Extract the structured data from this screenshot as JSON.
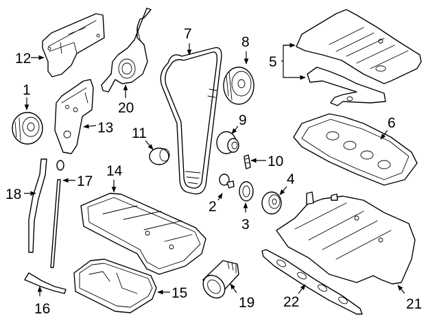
{
  "diagram": {
    "title": "Engine parts exploded view",
    "callouts": [
      {
        "id": "c1",
        "label": "1",
        "part": "crankshaft-pulley"
      },
      {
        "id": "c2",
        "label": "2",
        "part": "crankshaft-bolt"
      },
      {
        "id": "c3",
        "label": "3",
        "part": "crankshaft-washer"
      },
      {
        "id": "c4",
        "label": "4",
        "part": "crankshaft-timing-gear"
      },
      {
        "id": "c5",
        "label": "5",
        "part": "valve-cover-and-gasket"
      },
      {
        "id": "c6",
        "label": "6",
        "part": "valve-cover-gasket"
      },
      {
        "id": "c7",
        "label": "7",
        "part": "timing-belt"
      },
      {
        "id": "c8",
        "label": "8",
        "part": "camshaft-gear"
      },
      {
        "id": "c9",
        "label": "9",
        "part": "tensioner"
      },
      {
        "id": "c10",
        "label": "10",
        "part": "tensioner-bolt"
      },
      {
        "id": "c11",
        "label": "11",
        "part": "idler-pulley"
      },
      {
        "id": "c12",
        "label": "12",
        "part": "upper-timing-cover"
      },
      {
        "id": "c13",
        "label": "13",
        "part": "lower-timing-cover"
      },
      {
        "id": "c14",
        "label": "14",
        "part": "upper-oil-pan"
      },
      {
        "id": "c15",
        "label": "15",
        "part": "lower-oil-pan"
      },
      {
        "id": "c16",
        "label": "16",
        "part": "oil-pump-pickup-tube"
      },
      {
        "id": "c17",
        "label": "17",
        "part": "dipstick"
      },
      {
        "id": "c18",
        "label": "18",
        "part": "dipstick-tube"
      },
      {
        "id": "c19",
        "label": "19",
        "part": "oil-filter"
      },
      {
        "id": "c20",
        "label": "20",
        "part": "oil-pump"
      },
      {
        "id": "c21",
        "label": "21",
        "part": "intake-manifold"
      },
      {
        "id": "c22",
        "label": "22",
        "part": "intake-manifold-gasket"
      }
    ]
  },
  "colors": {
    "line": "#000000",
    "background": "#ffffff"
  }
}
